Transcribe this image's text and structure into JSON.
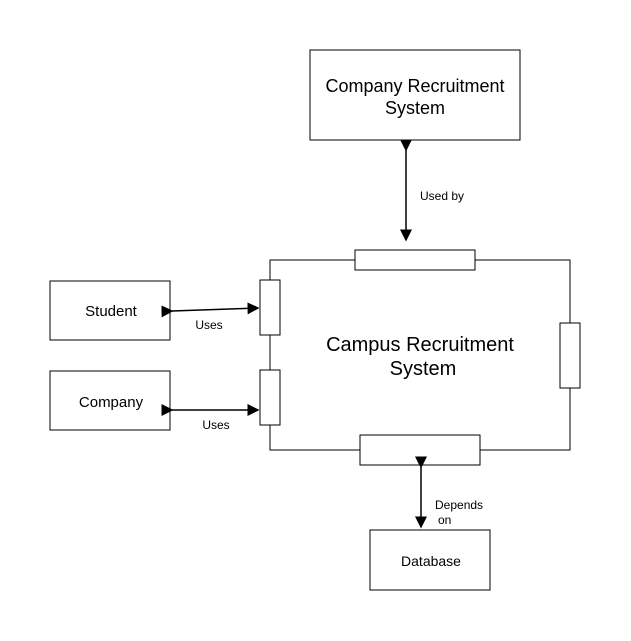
{
  "diagram": {
    "nodes": {
      "company_recruitment_system": {
        "line1": "Company Recruitment",
        "line2": "System"
      },
      "campus_recruitment_system": {
        "line1": "Campus Recruitment",
        "line2": "System"
      },
      "student": {
        "label": "Student"
      },
      "company": {
        "label": "Company"
      },
      "database": {
        "label": "Database"
      }
    },
    "edges": {
      "used_by": {
        "label": "Used by"
      },
      "student_uses": {
        "label": "Uses"
      },
      "company_uses": {
        "label": "Uses"
      },
      "depends_on": {
        "line1": "Depends",
        "line2": "on"
      }
    },
    "colors": {
      "stroke": "#000000",
      "fill": "#ffffff"
    }
  }
}
